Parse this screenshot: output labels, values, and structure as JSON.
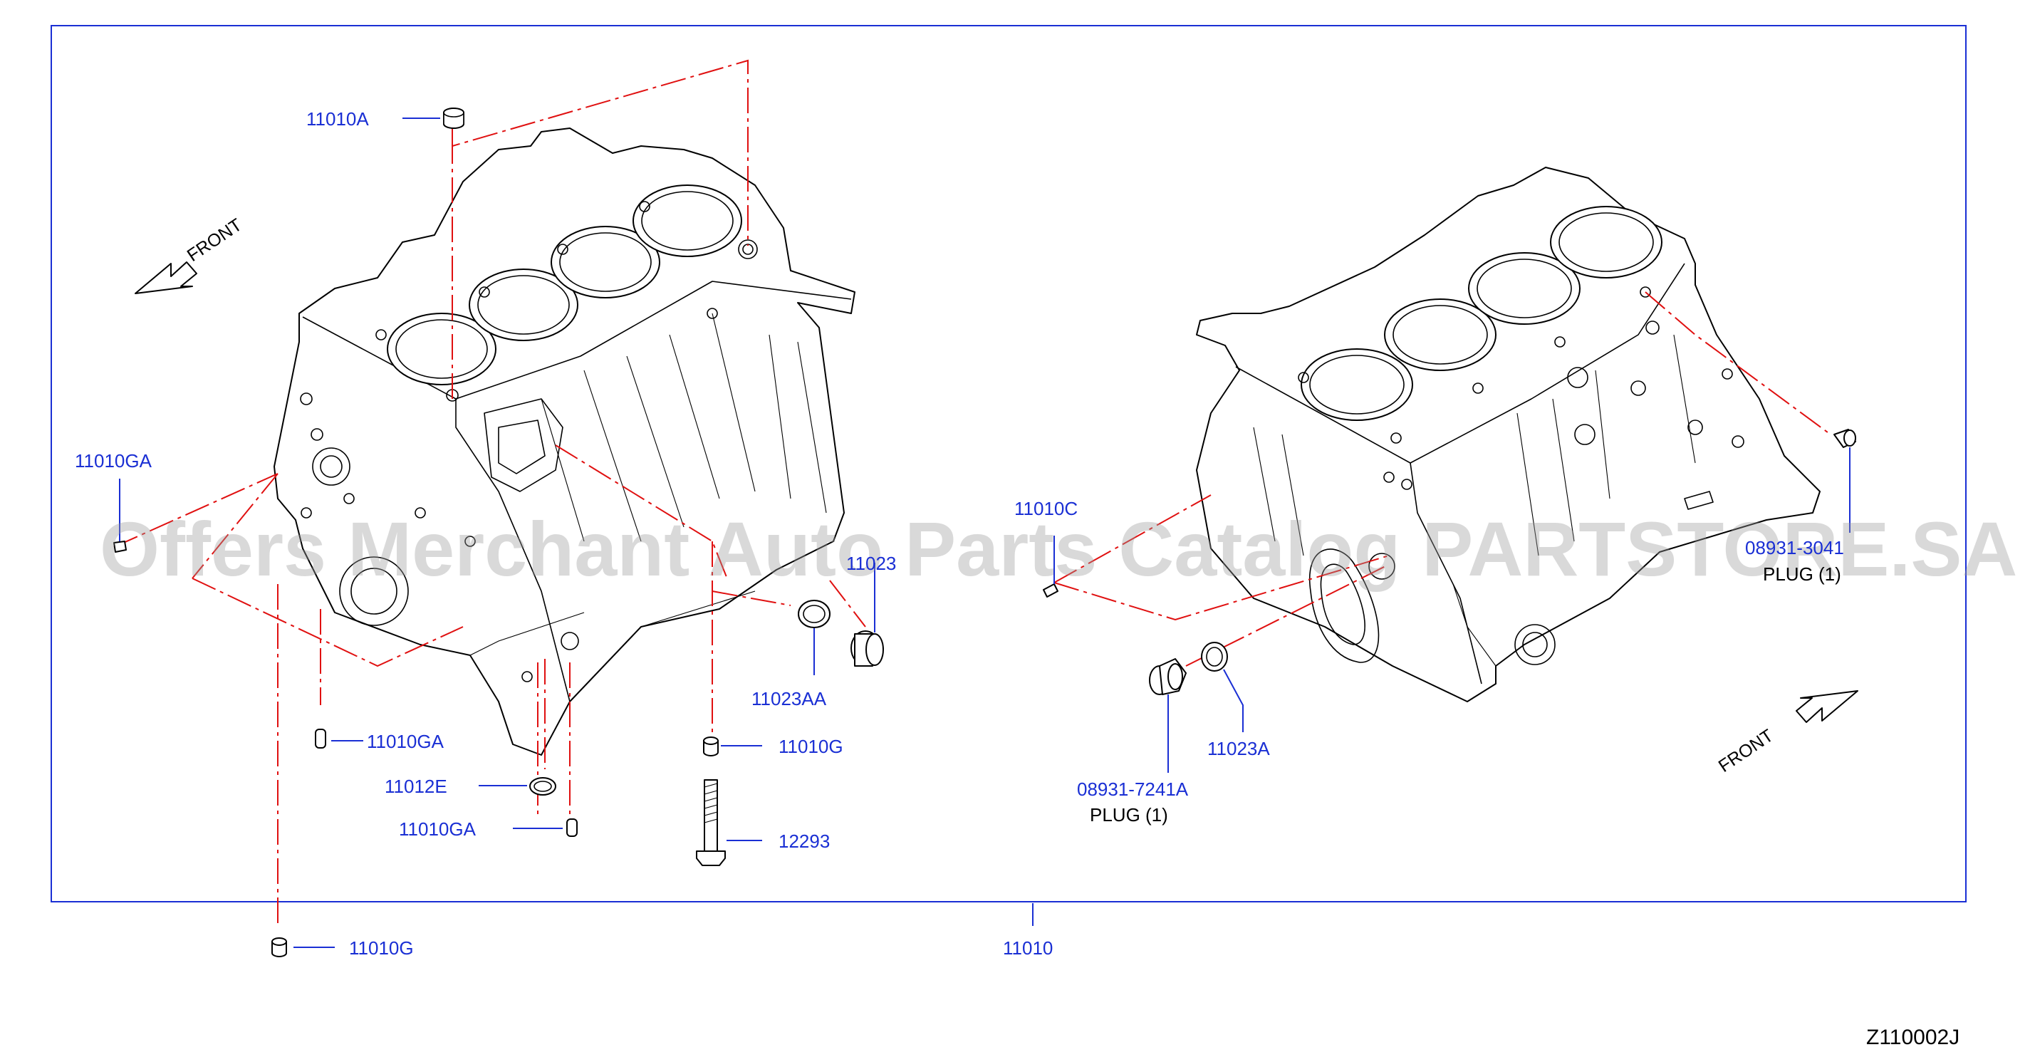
{
  "diagram_code": "Z110002J",
  "watermark": "Offers Merchant Auto Parts Catalog PARTSTORE.SA",
  "front_label": "FRONT",
  "parts": {
    "p11010A": "11010A",
    "p11010GA_left": "11010GA",
    "p11010GA_bottom1": "11010GA",
    "p11010GA_bottom2": "11010GA",
    "p11012E": "11012E",
    "p11010G_bottom": "11010G",
    "p11010G_center": "11010G",
    "p12293": "12293",
    "p11023AA": "11023AA",
    "p11023_partial": "11023",
    "p11010": "11010",
    "p11010C": "11010C",
    "p08931_7241A": "08931-7241A",
    "p11023A": "11023A",
    "p08931_3041_partial": "08931-3041"
  },
  "notes": {
    "plug_left": "PLUG   (1)",
    "plug_right": "PLUG   (1)"
  }
}
